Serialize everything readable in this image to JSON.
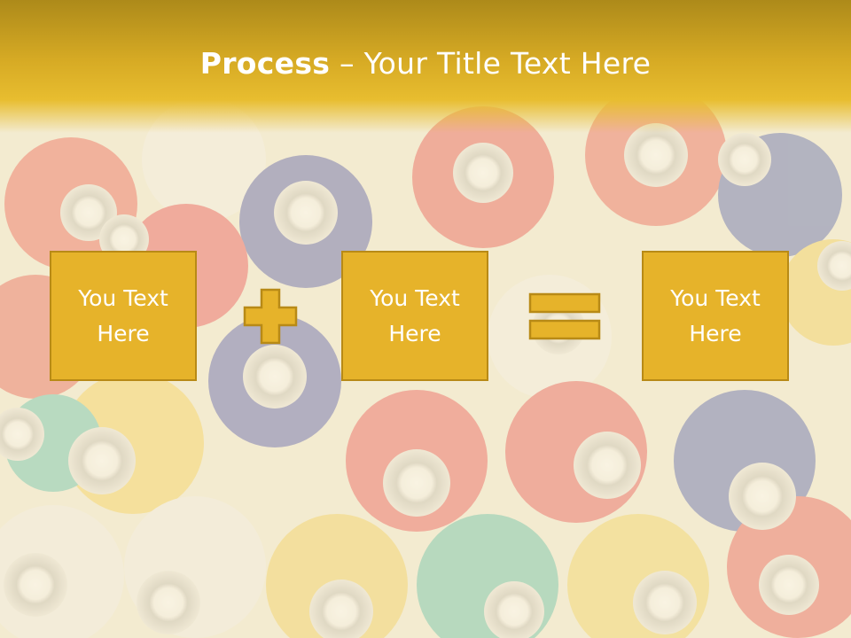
{
  "slide": {
    "title_bold": "Process",
    "title_rest": " – Your Title Text Here"
  },
  "boxes": [
    {
      "text": "You Text Here"
    },
    {
      "text": "You Text Here"
    },
    {
      "text": "You Text Here"
    }
  ],
  "operators": {
    "plus": "plus-icon",
    "equals": "equals-icon"
  },
  "colors": {
    "accent": "#e6b32a",
    "border": "#b88a16",
    "header_top": "#ad8a1a",
    "text": "#ffffff"
  }
}
